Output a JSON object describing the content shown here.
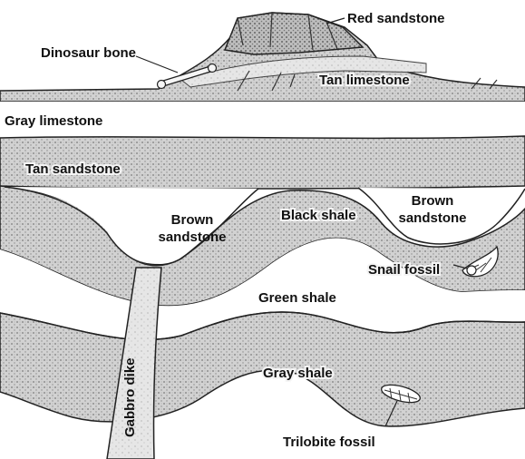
{
  "labels": {
    "red_sandstone": "Red sandstone",
    "dinosaur_bone": "Dinosaur bone",
    "tan_limestone": "Tan limestone",
    "gray_limestone": "Gray limestone",
    "tan_sandstone": "Tan sandstone",
    "brown_sandstone_left_1": "Brown",
    "brown_sandstone_left_2": "sandstone",
    "black_shale": "Black shale",
    "brown_sandstone_right_1": "Brown",
    "brown_sandstone_right_2": "sandstone",
    "snail_fossil": "Snail fossil",
    "green_shale": "Green shale",
    "gray_shale": "Gray shale",
    "gabbro_dike": "Gabbro dike",
    "trilobite_fossil": "Trilobite fossil"
  },
  "colors": {
    "stipple_light": "#e2e2e2",
    "stipple_mid": "#c9c9c9",
    "stipple_dark": "#b3b3b3",
    "line": "#222222"
  }
}
